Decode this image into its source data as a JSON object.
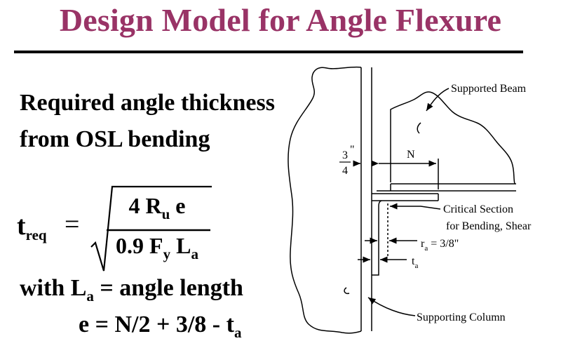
{
  "title": "Design Model for Angle Flexure",
  "left_text": {
    "line1": "Required angle thickness",
    "line2": "from OSL bending"
  },
  "formula": {
    "lhs": "t",
    "lhs_sub": "req",
    "equals": "=",
    "num_pre": "4 R",
    "num_sub": "u",
    "num_post": " e",
    "den_pre": "0.9 F",
    "den_sub1": "y",
    "den_mid": " L",
    "den_sub2": "a"
  },
  "with_line": {
    "pre": "with L",
    "sub": "a",
    "post": " = angle length"
  },
  "e_line": {
    "pre": "e = N/2 + 3/8 - t",
    "sub": "a"
  },
  "diagram": {
    "supported_beam": "Supported Beam",
    "critical_section_1": "Critical Section",
    "critical_section_2": "for Bending, Shear",
    "supporting_column": "Supporting Column",
    "dim_num": "3",
    "dim_inch": "\"",
    "dim_den": "4",
    "n_label": "N",
    "ra_pre": "r",
    "ra_sub": "a",
    "ra_post": " = 3/8\"",
    "ta_pre": "t",
    "ta_sub": "a"
  },
  "colors": {
    "title": "#993366",
    "text": "#000000"
  }
}
